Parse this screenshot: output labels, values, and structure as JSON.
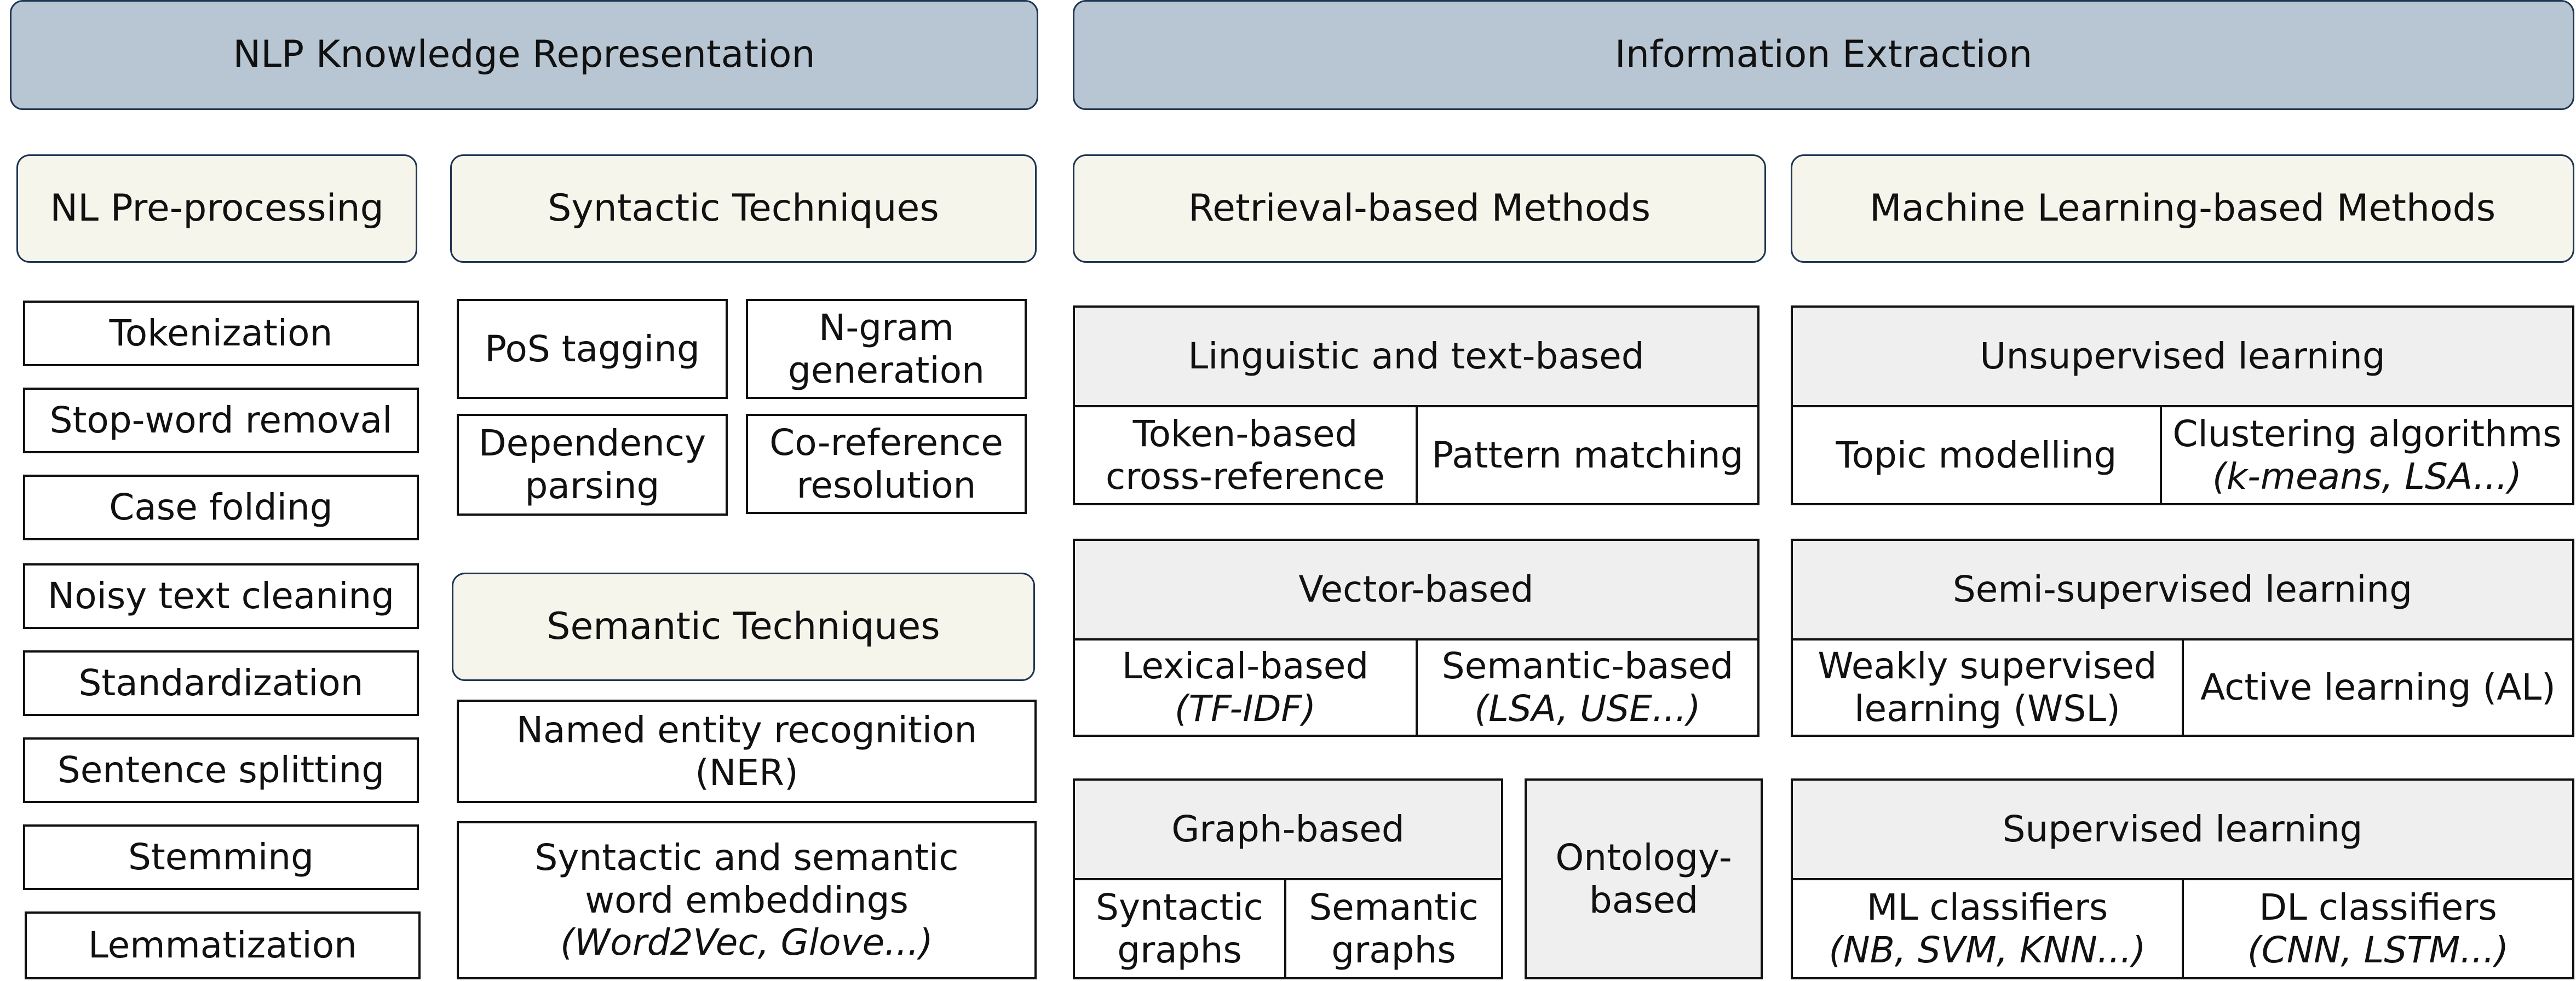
{
  "headers": {
    "nlp": "NLP Knowledge Representation",
    "ie": "Information Extraction"
  },
  "sections": {
    "preprocessing": "NL Pre-processing",
    "syntactic": "Syntactic Techniques",
    "semantic": "Semantic Techniques",
    "retrieval": "Retrieval-based Methods",
    "ml": "Machine Learning-based Methods"
  },
  "preprocessing_items": [
    "Tokenization",
    "Stop-word removal",
    "Case folding",
    "Noisy text cleaning",
    "Standardization",
    "Sentence splitting",
    "Stemming",
    "Lemmatization"
  ],
  "syntactic_items": {
    "pos": "PoS tagging",
    "ngram_1": "N-gram",
    "ngram_2": "generation",
    "dep_1": "Dependency",
    "dep_2": "parsing",
    "coref_1": "Co-reference",
    "coref_2": "resolution"
  },
  "semantic_items": {
    "ner_1": "Named entity recognition",
    "ner_2": "(NER)",
    "emb_1": "Syntactic and semantic",
    "emb_2": "word embeddings",
    "emb_3": "(Word2Vec, Glove...)"
  },
  "retrieval": {
    "linguistic": "Linguistic and text-based",
    "token_1": "Token-based",
    "token_2": "cross-reference",
    "pattern": "Pattern matching",
    "vector": "Vector-based",
    "lexical_1": "Lexical-based",
    "lexical_2": "(TF-IDF)",
    "semb_1": "Semantic-based",
    "semb_2": "(LSA, USE...)",
    "graph": "Graph-based",
    "syn_graph_1": "Syntactic",
    "syn_graph_2": "graphs",
    "sem_graph_1": "Semantic",
    "sem_graph_2": "graphs",
    "onto_1": "Ontology-",
    "onto_2": "based"
  },
  "ml": {
    "unsup": "Unsupervised learning",
    "topic": "Topic modelling",
    "clust_1": "Clustering algorithms",
    "clust_2": "(k-means, LSA...)",
    "semisup": "Semi-supervised learning",
    "wsl_1": "Weakly supervised",
    "wsl_2": "learning (WSL)",
    "al": "Active learning (AL)",
    "sup": "Supervised learning",
    "mlc_1": "ML classifiers",
    "mlc_2": "(NB, SVM, KNN...)",
    "dlc_1": "DL classifiers",
    "dlc_2": "(CNN, LSTM...)"
  }
}
